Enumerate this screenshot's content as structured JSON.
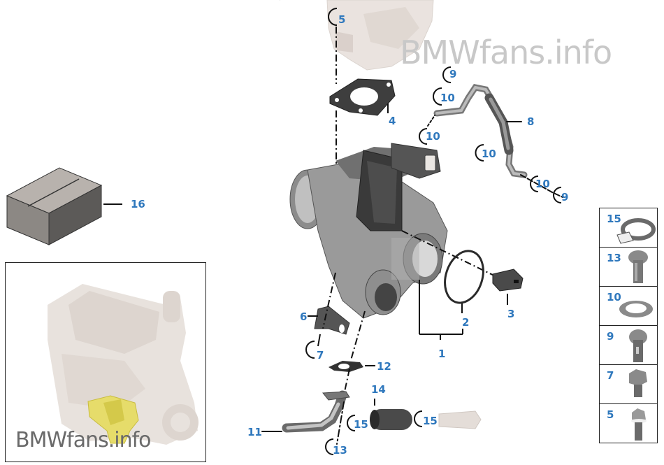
{
  "watermark": {
    "main_text": "BMWfans.info",
    "thumb_text": "BMWfans.info"
  },
  "colors": {
    "label": "#2f78bd",
    "watermark": "#c8c8c8",
    "part_dark": "#4a4a4a",
    "part_mid": "#8a8a8a",
    "highlight": "#e8e070"
  },
  "callouts": [
    {
      "id": "c5_top",
      "text": "5"
    },
    {
      "id": "c4",
      "text": "4"
    },
    {
      "id": "c9_a",
      "text": "9"
    },
    {
      "id": "c10_a",
      "text": "10"
    },
    {
      "id": "c8",
      "text": "8"
    },
    {
      "id": "c10_b",
      "text": "10"
    },
    {
      "id": "c10_c",
      "text": "10"
    },
    {
      "id": "c10_d",
      "text": "10"
    },
    {
      "id": "c9_b",
      "text": "9"
    },
    {
      "id": "c16",
      "text": "16"
    },
    {
      "id": "c3",
      "text": "3"
    },
    {
      "id": "c2",
      "text": "2"
    },
    {
      "id": "c1",
      "text": "1"
    },
    {
      "id": "c6",
      "text": "6"
    },
    {
      "id": "c7",
      "text": "7"
    },
    {
      "id": "c12",
      "text": "12"
    },
    {
      "id": "c14",
      "text": "14"
    },
    {
      "id": "c11",
      "text": "11"
    },
    {
      "id": "c15_a",
      "text": "15"
    },
    {
      "id": "c15_b",
      "text": "15"
    },
    {
      "id": "c13",
      "text": "13"
    }
  ],
  "legend": [
    {
      "num": "15",
      "part": "hose-clamp"
    },
    {
      "num": "13",
      "part": "hex-bolt"
    },
    {
      "num": "10",
      "part": "seal-ring"
    },
    {
      "num": "9",
      "part": "banjo-bolt"
    },
    {
      "num": "7",
      "part": "hex-bolt-short"
    },
    {
      "num": "5",
      "part": "collar-bolt"
    }
  ]
}
